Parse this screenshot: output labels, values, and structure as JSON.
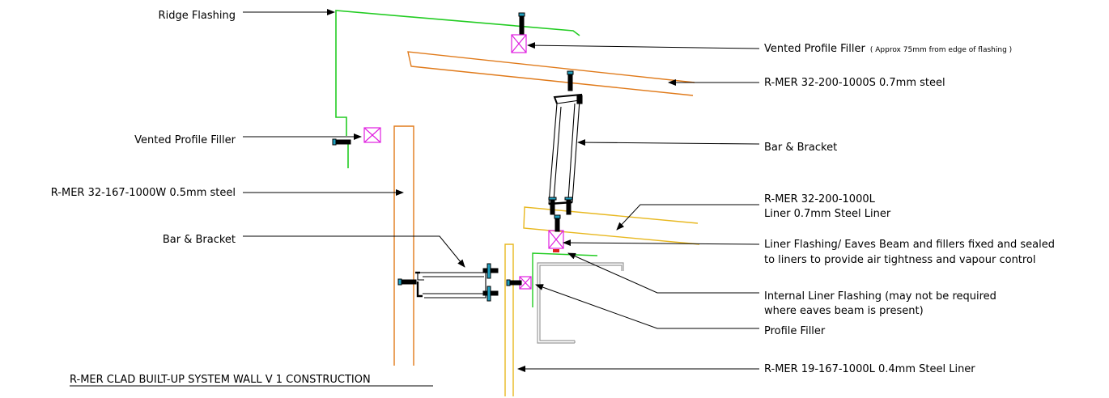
{
  "diagram": {
    "title": "R-MER CLAD BUILT-UP SYSTEM WALL V 1 CONSTRUCTION",
    "labels": {
      "ridge_flashing": "Ridge Flashing",
      "vented_filler_left": "Vented Profile Filler",
      "wall_sheet": "R-MER 32-167-1000W 0.5mm steel",
      "bar_bracket_left": "Bar & Bracket",
      "vented_filler_right": "Vented Profile Filler",
      "vented_filler_note": "( Approx 75mm from edge of flashing )",
      "roof_sheet": "R-MER 32-200-1000S 0.7mm steel",
      "bar_bracket_right": "Bar & Bracket",
      "roof_liner_line1": "R-MER 32-200-1000L",
      "roof_liner_line2": "Liner 0.7mm Steel Liner",
      "liner_flashing_line1": "Liner Flashing/ Eaves Beam and fillers fixed and sealed",
      "liner_flashing_line2": "to liners to provide air tightness and vapour control",
      "internal_flashing_line1": "Internal Liner Flashing (may not be required",
      "internal_flashing_line2": "where eaves beam is present)",
      "profile_filler": "Profile Filler",
      "wall_liner": "R-MER 19-167-1000L 0.4mm Steel Liner"
    },
    "colors": {
      "ridge_flashing": "#22cc22",
      "outer_sheet": "#e07a1a",
      "liner": "#e8b820",
      "filler": "#e020e0",
      "fixing": "#000000",
      "washer": "#20a0c0",
      "eaves_beam": "#999999",
      "seal": "#e02020"
    }
  }
}
